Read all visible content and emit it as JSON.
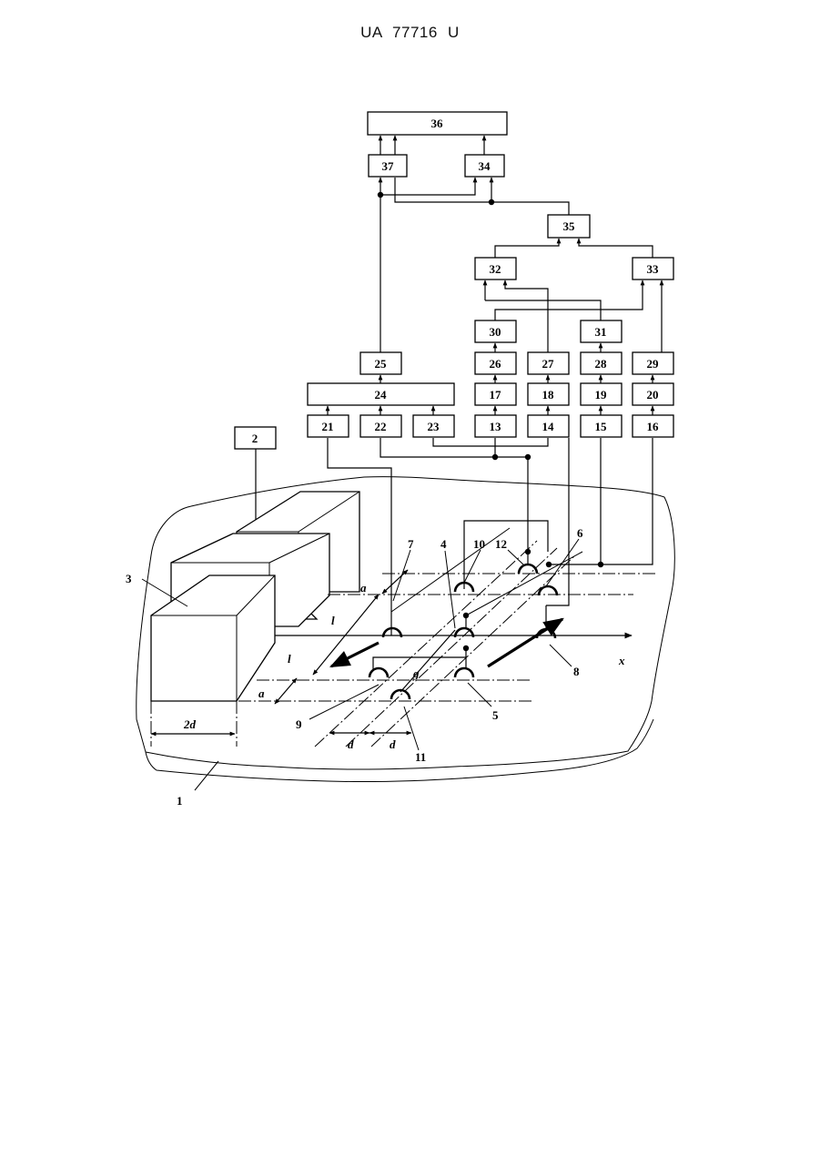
{
  "header": "UA   77716   U",
  "blocks": {
    "b36": "36",
    "b37": "37",
    "b34": "34",
    "b35": "35",
    "b32": "32",
    "b33": "33",
    "b30": "30",
    "b31": "31",
    "b25": "25",
    "b26": "26",
    "b27": "27",
    "b28": "28",
    "b29": "29",
    "b24": "24",
    "b17": "17",
    "b18": "18",
    "b19": "19",
    "b20": "20",
    "b21": "21",
    "b22": "22",
    "b23": "23",
    "b13": "13",
    "b14": "14",
    "b15": "15",
    "b16": "16",
    "b2": "2"
  },
  "labels": {
    "l1": "1",
    "l3": "3",
    "l4": "4",
    "l5": "5",
    "l6": "6",
    "l7": "7",
    "l8": "8",
    "l9": "9",
    "l10": "10",
    "l11": "11",
    "l12": "12"
  },
  "dims": {
    "a_top": "a",
    "l_top": "l",
    "l_bottom": "l",
    "a_bottom": "a",
    "g": "g",
    "d1": "d",
    "d2": "d",
    "two_d": "2d",
    "x": "x"
  }
}
